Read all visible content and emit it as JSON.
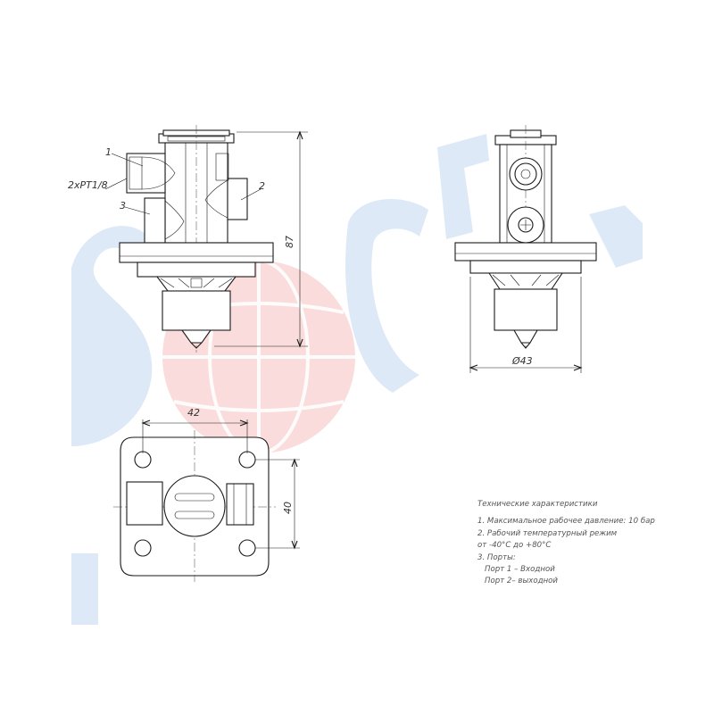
{
  "labels": {
    "callout1": "1",
    "callout2": "2",
    "callout3": "3",
    "thread": "2xРТ1/8"
  },
  "dimensions": {
    "height": "87",
    "diameter": "Ø43",
    "width": "42",
    "depth": "40"
  },
  "specs": {
    "title": "Технические характеристики",
    "lines": [
      "1. Максимальное рабочее давление: 10 бар",
      "2. Рабочий температурный режим",
      "от -40°С до +80°С",
      "3. Порты:",
      "Порт 1 – Входной",
      "Порт 2– выходной"
    ]
  },
  "watermark": {
    "blue": "#dde9f7",
    "red": "#fbdcdc"
  }
}
